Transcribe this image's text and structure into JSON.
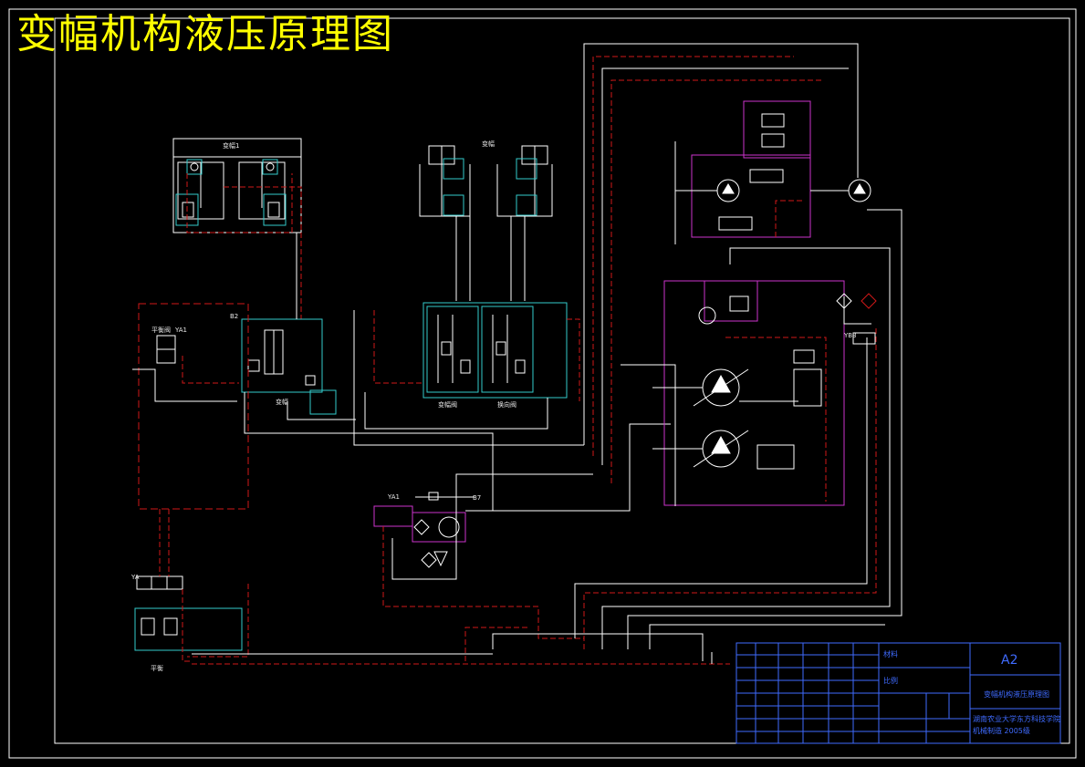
{
  "diagram": {
    "title": "变幅机构液压原理图",
    "labels": {
      "cylinder_group_left": "变幅1",
      "cylinder_group_right": "变幅",
      "valve_left": "平衡阀",
      "valve_left_code": "YA1",
      "valve_middle": "B2",
      "valve_middle_bottom": "变幅",
      "main_valve_left": "变幅阀",
      "main_valve_right": "换向阀",
      "filter_valve": "YA1",
      "filter_port": "B7",
      "brake_valve": "YA",
      "brake": "平衡",
      "pump_valve": "YB3"
    },
    "colors": {
      "background": "#000000",
      "line_white": "#ffffff",
      "line_red_dashed": "#d01818",
      "box_magenta": "#cc33cc",
      "box_cyan": "#33cccc",
      "title_yellow": "#ffff00",
      "titleblock_blue": "#3f6bff"
    }
  },
  "title_block": {
    "size": "A2",
    "drawing_name": "变幅机构液压原理图",
    "field_material": "材料",
    "field_scale": "比例",
    "school": "湖南农业大学东方科技学院",
    "student": "机械制造 2005级"
  }
}
